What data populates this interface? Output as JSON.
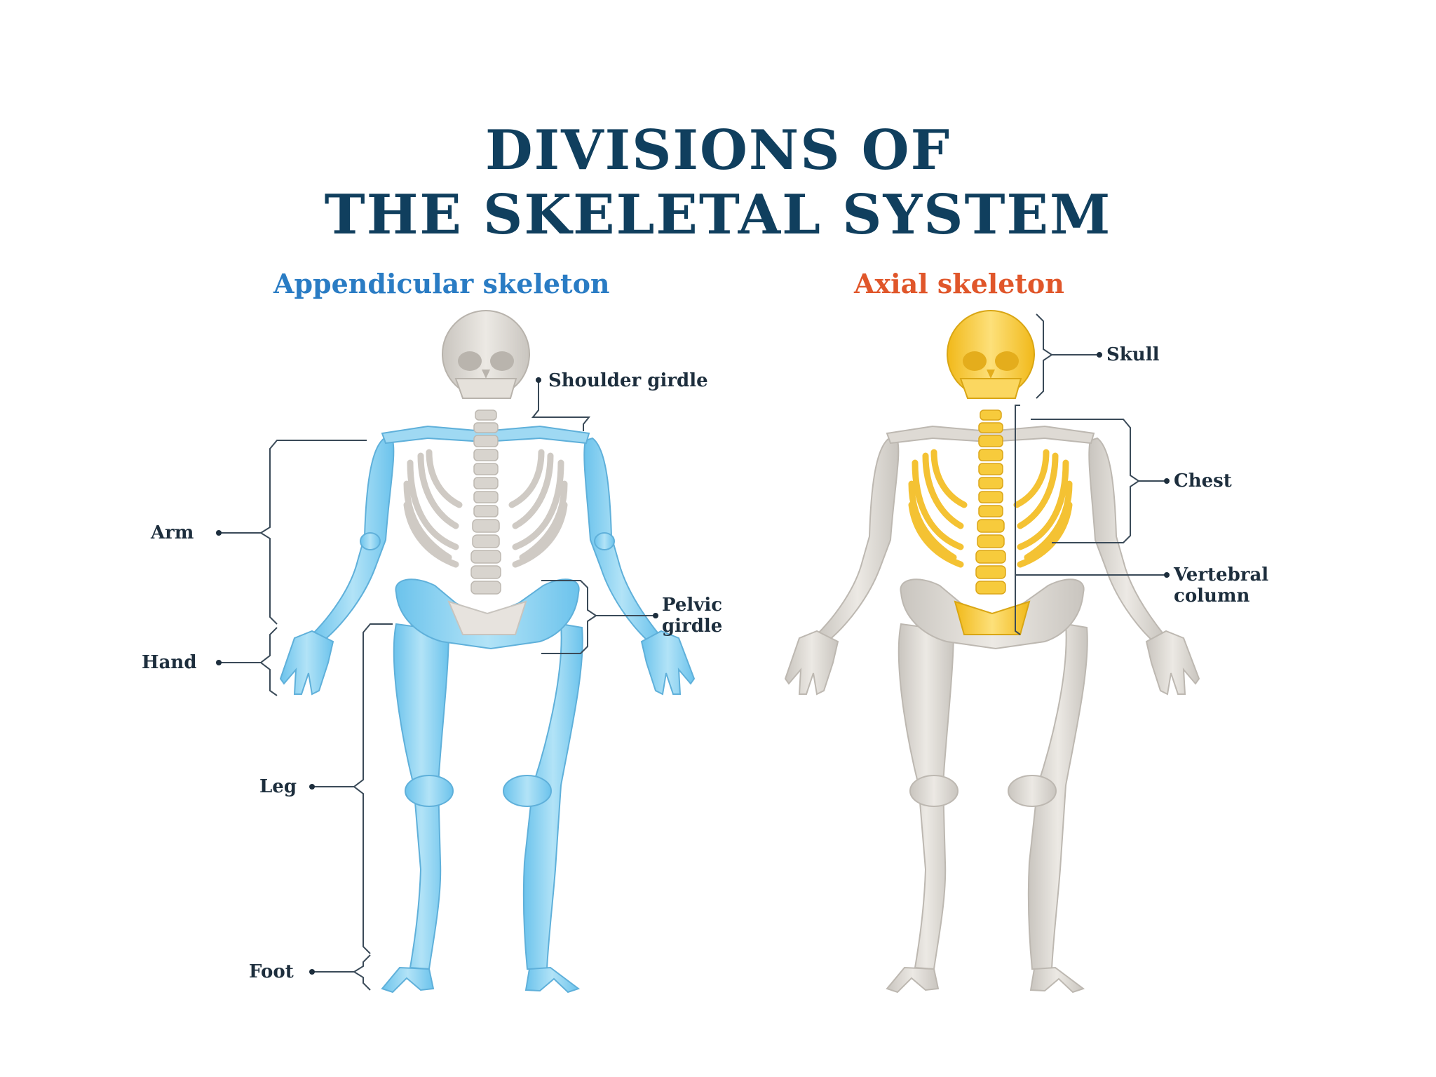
{
  "title": {
    "line1": "DIVISIONS OF",
    "line2": "THE SKELETAL SYSTEM"
  },
  "sections": {
    "appendicular": "Appendicular skeleton",
    "axial": "Axial skeleton"
  },
  "labels": {
    "shoulder_girdle": "Shoulder girdle",
    "arm": "Arm",
    "hand": "Hand",
    "pelvic_girdle_1": "Pelvic",
    "pelvic_girdle_2": "girdle",
    "leg": "Leg",
    "foot": "Foot",
    "skull": "Skull",
    "chest": "Chest",
    "vertebral_column_1": "Vertebral",
    "vertebral_column_2": "column"
  },
  "colors": {
    "title": "#103f5e",
    "appendicular_accent": "#2a7cc4",
    "axial_accent": "#e0562a",
    "appendicular_bone": "#8fd3f2",
    "axial_bone": "#f7c82e",
    "neutral_bone": "#d6d3ce",
    "label_text": "#1d2e3d"
  }
}
